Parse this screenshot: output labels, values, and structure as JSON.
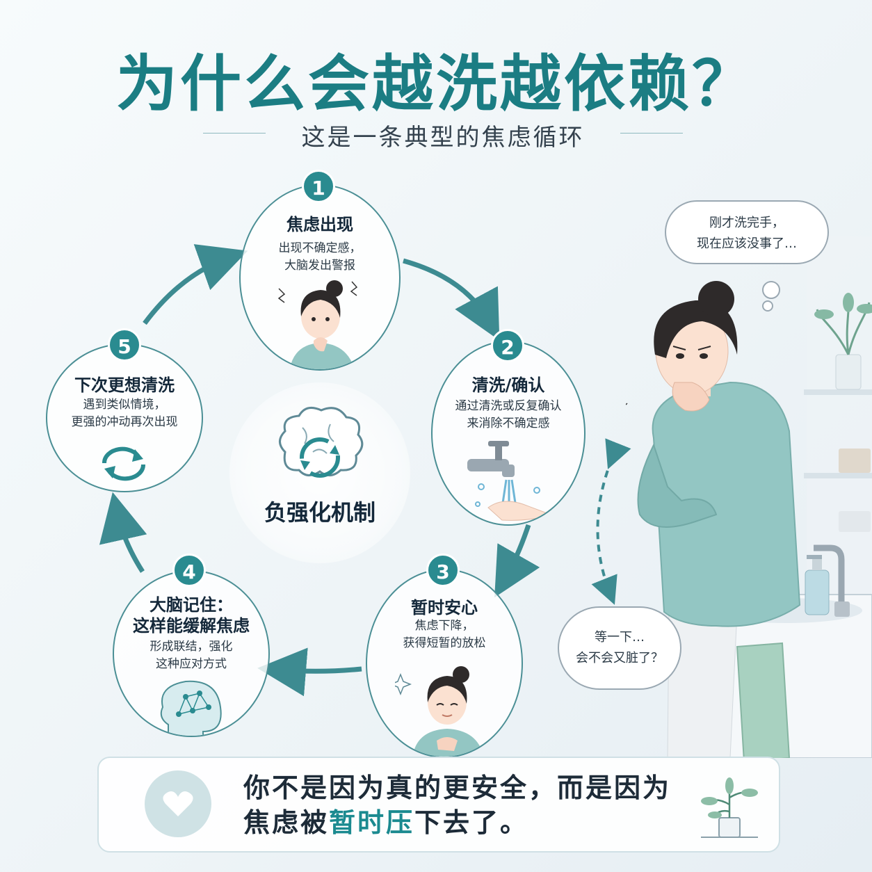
{
  "title": "为什么会越洗越依赖？",
  "subtitle": "这是一条典型的焦虑循环",
  "steps": [
    {
      "num": "1",
      "title": "焦虑出现",
      "desc1": "出现不确定感，",
      "desc2": "大脑发出警报"
    },
    {
      "num": "2",
      "title": "清洗/确认",
      "desc1": "通过清洗或反复确认",
      "desc2": "来消除不确定感"
    },
    {
      "num": "3",
      "title": "暂时安心",
      "desc1": "焦虑下降，",
      "desc2": "获得短暂的放松"
    },
    {
      "num": "4",
      "title1": "大脑记住：",
      "title2": "这样能缓解焦虑",
      "desc1": "形成联结，强化",
      "desc2": "这种应对方式"
    },
    {
      "num": "5",
      "title": "下次更想清洗",
      "desc1": "遇到类似情境，",
      "desc2": "更强的冲动再次出现"
    }
  ],
  "center_label": "负强化机制",
  "bubble_top": {
    "line1": "刚才洗完手，",
    "line2": "现在应该没事了…"
  },
  "bubble_bottom": {
    "line1": "等一下…",
    "line2": "会不会又脏了？"
  },
  "bottom": {
    "line1": "你不是因为真的更安全，而是因为",
    "line2_a": "焦虑被",
    "line2_b": "暂时压",
    "line2_c": "下去了。"
  },
  "icons": {
    "brain": "brain-cycle-icon",
    "refresh": "refresh-cycle-icon",
    "faucet": "faucet-icon",
    "head": "head-network-icon",
    "heart": "heart-icon",
    "plant": "plant-icon"
  },
  "colors": {
    "accent": "#1b7d83",
    "badge": "#2a8b90",
    "arrow": "#3d8b91"
  }
}
